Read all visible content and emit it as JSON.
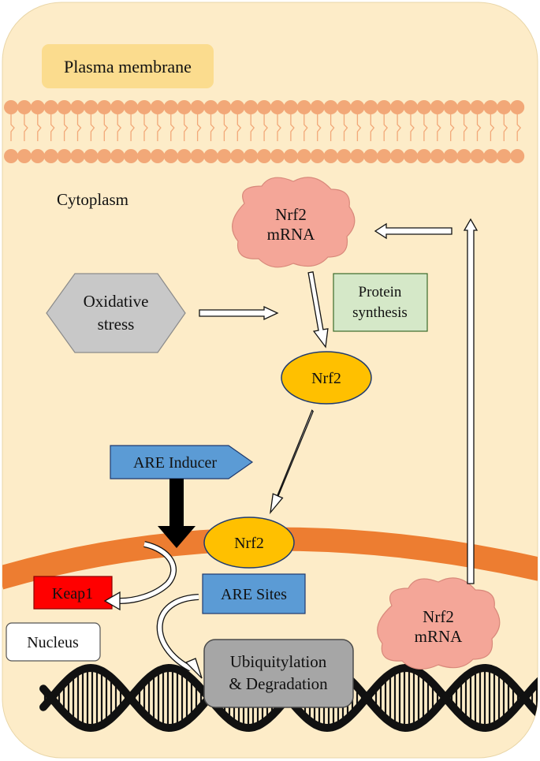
{
  "labels": {
    "plasma_membrane": "Plasma membrane",
    "cytoplasm": "Cytoplasm",
    "nrf2_mrna_top_line1": "Nrf2",
    "nrf2_mrna_top_line2": "mRNA",
    "oxidative_line1": "Oxidative",
    "oxidative_line2": "stress",
    "protein_line1": "Protein",
    "protein_line2": "synthesis",
    "nrf2_cytoplasm": "Nrf2",
    "are_inducer": "ARE Inducer",
    "nrf2_membrane": "Nrf2",
    "keap1": "Keap1",
    "are_sites": "ARE Sites",
    "nucleus": "Nucleus",
    "ubiq_line1": "Ubiquitylation",
    "ubiq_line2": "& Degradation",
    "nrf2_mrna_bottom_line1": "Nrf2",
    "nrf2_mrna_bottom_line2": "mRNA"
  },
  "colors": {
    "cell_background": "#fdecc8",
    "membrane_label_bg": "#fbdc8e",
    "lipid": "#f2a878",
    "mrna_cloud": "#f4a698",
    "hexagon": "#c8c8c8",
    "protein_box": "#d5e8c8",
    "nrf2": "#ffc000",
    "are_blue": "#5b9bd5",
    "keap1": "#ff0000",
    "nuclear_envelope": "#ed7d31",
    "ubiq_box": "#a6a6a6",
    "dna": "#111111"
  }
}
